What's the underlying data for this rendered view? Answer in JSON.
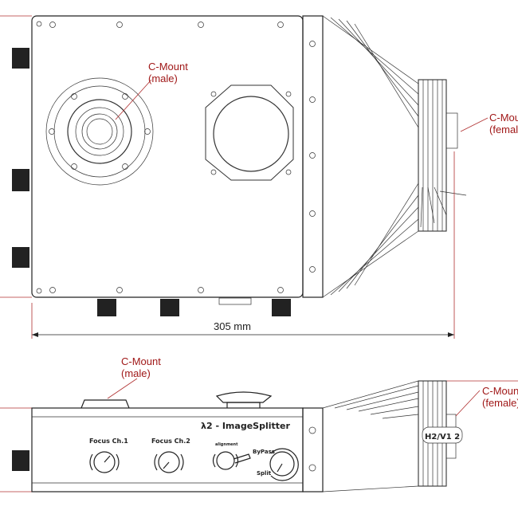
{
  "top_view": {
    "c_mount_male": [
      "C-Mount",
      "(male)"
    ],
    "c_mount_female": [
      "C-Mount",
      "(female)"
    ],
    "dimension": "305 mm"
  },
  "side_view": {
    "c_mount_male": [
      "C-Mount",
      "(male)"
    ],
    "c_mount_female": [
      "C-Mount",
      "(female)"
    ],
    "product_title": "λ2 - ImageSplitter",
    "focus_ch1": "Focus Ch.1",
    "focus_ch2": "Focus Ch.2",
    "alignment": "alignment",
    "bypass": "ByPass",
    "split": "Split",
    "turret_label": "H2/V1 2"
  },
  "colors": {
    "annotation": "#a01818",
    "line": "#222222"
  }
}
